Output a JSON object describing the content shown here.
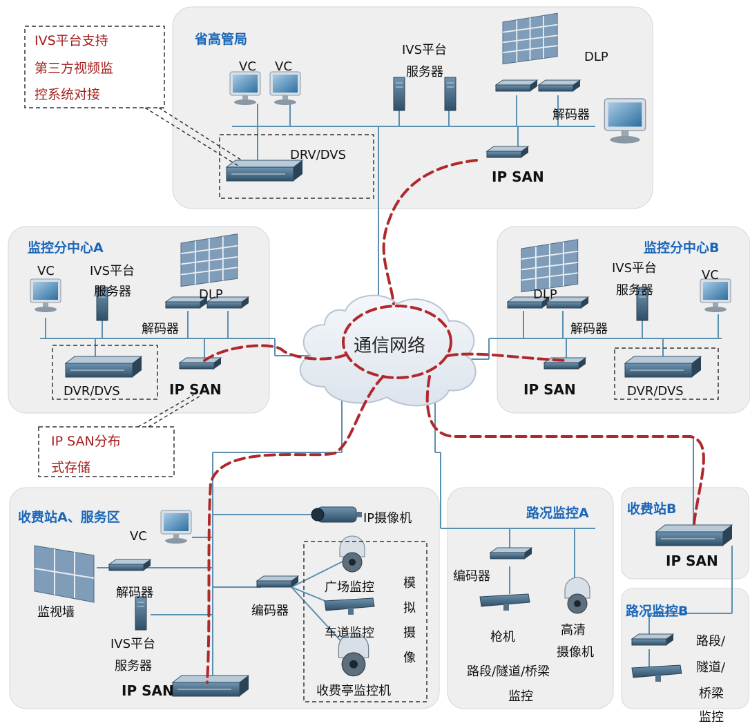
{
  "callouts": {
    "ivs_support": [
      "IVS平台支持",
      "第三方视频监",
      "控系统对接"
    ],
    "ipsan_dist": [
      "IP SAN分布",
      "式存储"
    ]
  },
  "province": {
    "title": "省高管局",
    "vc1": "VC",
    "vc2": "VC",
    "ivs": [
      "IVS平台",
      "服务器"
    ],
    "dlp": "DLP",
    "decoder": "解码器",
    "drv": "DRV/DVS",
    "ipsan": "IP SAN"
  },
  "center_a": {
    "title": "监控分中心A",
    "vc": "VC",
    "ivs": [
      "IVS平台",
      "服务器"
    ],
    "dlp": "DLP",
    "decoder": "解码器",
    "dvr": "DVR/DVS",
    "ipsan": "IP SAN"
  },
  "center_b": {
    "title": "监控分中心B",
    "ivs": [
      "IVS平台",
      "服务器"
    ],
    "vc": "VC",
    "dlp": "DLP",
    "decoder": "解码器",
    "ipsan": "IP SAN",
    "dvr": "DVR/DVS"
  },
  "network": {
    "label": "通信网络"
  },
  "toll_a": {
    "title": "收费站A、服务区",
    "vc": "VC",
    "ipcam": "IP摄像机",
    "wall": "监视墙",
    "decoder": "解码器",
    "ivs": [
      "IVS平台",
      "服务器"
    ],
    "ipsan": "IP SAN",
    "encoder": "编码器",
    "plaza": "广场监控",
    "lane": "车道监控",
    "booth": "收费亭监控机",
    "analog": [
      "模",
      "拟",
      "摄",
      "像"
    ]
  },
  "road_a": {
    "title": "路况监控A",
    "encoder": "编码器",
    "gun": "枪机",
    "hd": [
      "高清",
      "摄像机"
    ],
    "caption": [
      "路段/隧道/桥梁",
      "监控"
    ]
  },
  "toll_b": {
    "title": "收费站B",
    "ipsan": "IP SAN"
  },
  "road_b": {
    "title": "路况监控B",
    "caption": [
      "路段/",
      "隧道/",
      "桥梁",
      "监控"
    ]
  },
  "colors": {
    "panel_fill": "#efefef",
    "panel_stroke": "#d6d6d6",
    "line": "#5a8fb0",
    "title_blue": "#1a66b8",
    "dash_red": "#b0282c",
    "callout_red": "#a31d1d"
  }
}
